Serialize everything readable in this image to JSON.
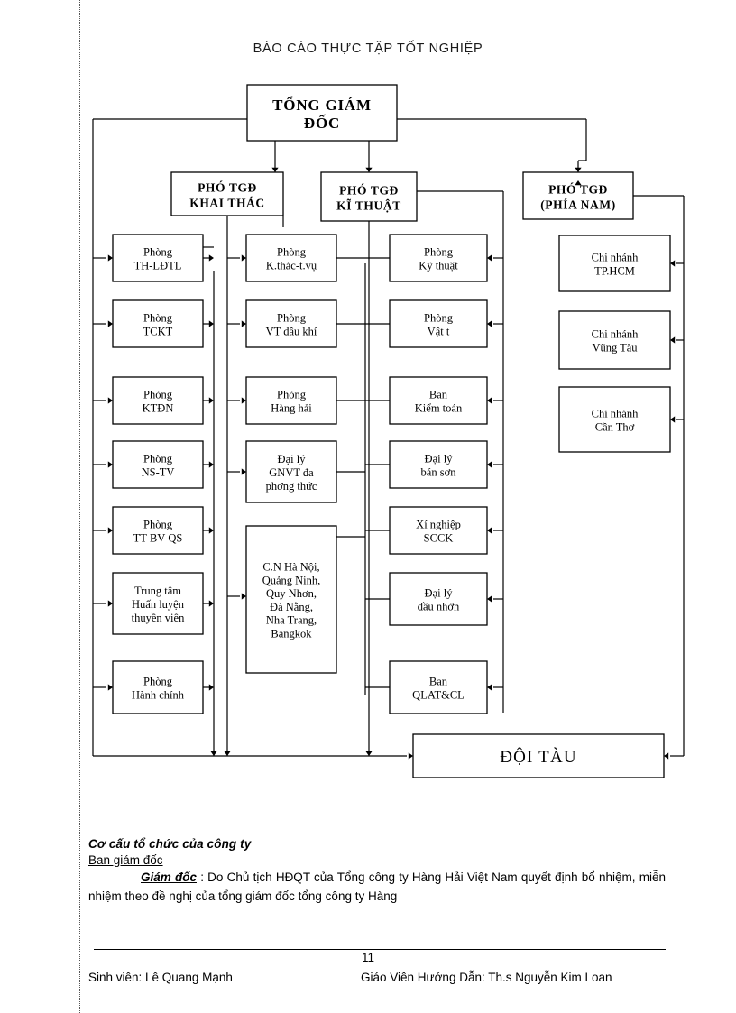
{
  "header": {
    "title": "BÁO CÁO THỰC TẬP TỐT NGHIỆP"
  },
  "chart_data": {
    "type": "diagram",
    "title": "Cơ cấu tổ chức của công ty",
    "nodes": {
      "ceo": "TỔNG GIÁM ĐỐC",
      "vp_exploit": "PHÓ TGĐ KHAI THÁC",
      "vp_tech": "PHÓ TGĐ KĨ THUẬT",
      "vp_south": "PHÓ TGĐ (PHÍA NAM)",
      "fleet": "ĐỘI TÀU"
    },
    "ceo_line1": "TỔNG GIÁM",
    "ceo_line2": "ĐỐC",
    "vp1_line1": "PHÓ TGĐ",
    "vp1_line2": "KHAI THÁC",
    "vp2_line1": "PHÓ TGĐ",
    "vp2_line2": "KĨ THUẬT",
    "vp3_line1": "PHÓ TGĐ",
    "vp3_line2": "(PHÍA NAM)",
    "fleet_label": "ĐỘI TÀU",
    "column1": [
      {
        "lines": [
          "Phòng",
          "TH-LĐTL"
        ]
      },
      {
        "lines": [
          "Phòng",
          "TCKT"
        ]
      },
      {
        "lines": [
          "Phòng",
          "KTĐN"
        ]
      },
      {
        "lines": [
          "Phòng",
          "NS-TV"
        ]
      },
      {
        "lines": [
          "Phòng",
          "TT-BV-QS"
        ]
      },
      {
        "lines": [
          "Trung tâm",
          "Huấn luyện",
          "thuyền viên"
        ]
      },
      {
        "lines": [
          "Phòng",
          "Hành chính"
        ]
      }
    ],
    "column2": [
      {
        "lines": [
          "Phòng",
          "K.thác-t.vụ"
        ]
      },
      {
        "lines": [
          "Phòng",
          "VT dầu khí"
        ]
      },
      {
        "lines": [
          "Phòng",
          "Hàng hải"
        ]
      },
      {
        "lines": [
          "Đại lý",
          "GNVT đa",
          "phơng   thức"
        ]
      },
      {
        "lines": [
          "C.N Hà Nội,",
          "Quảng Ninh,",
          "Quy Nhơn,",
          "Đà Nẵng,",
          "Nha Trang,",
          "Bangkok"
        ]
      }
    ],
    "column3": [
      {
        "lines": [
          "Phòng",
          "Kỹ thuật"
        ]
      },
      {
        "lines": [
          "Phòng",
          "Vật t"
        ]
      },
      {
        "lines": [
          "Ban",
          "Kiểm toán"
        ]
      },
      {
        "lines": [
          "Đại lý",
          "bán sơn"
        ]
      },
      {
        "lines": [
          "Xí nghiệp",
          "SCCK"
        ]
      },
      {
        "lines": [
          "Đại lý",
          "dầu nhờn"
        ]
      },
      {
        "lines": [
          "Ban",
          "QLAT&CL"
        ]
      }
    ],
    "column4": [
      {
        "lines": [
          "Chi nhánh",
          "TP.HCM"
        ]
      },
      {
        "lines": [
          "Chi nhánh",
          "Vũng Tàu"
        ]
      },
      {
        "lines": [
          "Chi nhánh",
          "Cần Thơ"
        ]
      }
    ]
  },
  "body": {
    "heading": "Cơ cấu tổ chức của công ty",
    "subheading": "Ban giám đốc",
    "para_lead": "Giám đốc",
    "para_rest": " : Do Chủ tịch HĐQT của Tổng công ty Hàng Hải Việt Nam quyết định bổ nhiệm, miễn nhiệm theo đề nghị của tổng giám đốc tổng công ty Hàng"
  },
  "footer": {
    "page_number": "11",
    "left": "Sinh viên: Lê Quang Mạnh",
    "right": "Giáo Viên Hướng Dẫn: Th.s Nguyễn Kim Loan"
  }
}
